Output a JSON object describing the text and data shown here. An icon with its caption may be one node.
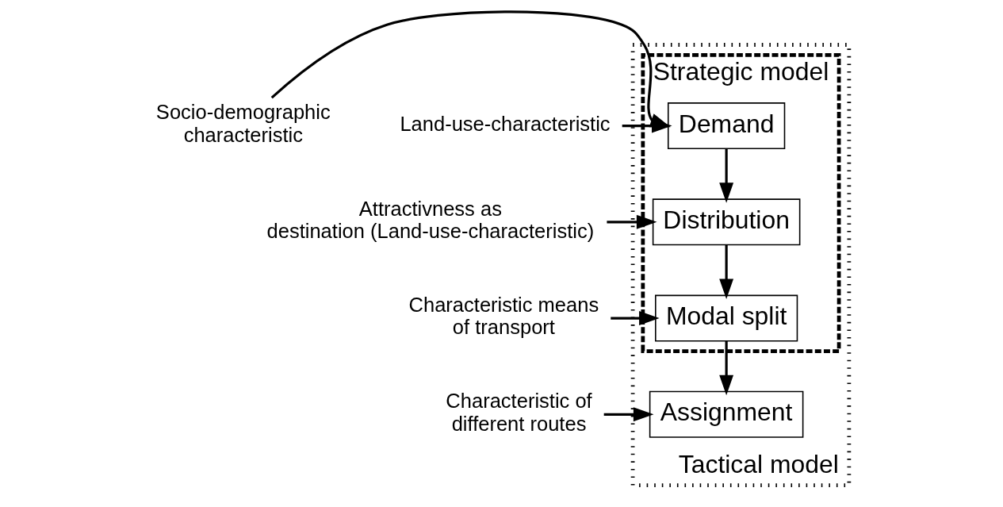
{
  "diagram": {
    "nodes": [
      {
        "text": [
          "Tactical model"
        ]
      },
      {
        "text": [
          "Strategic model"
        ],
        "in": 0
      },
      {
        "text": [
          "Demand"
        ],
        "in": 1
      },
      {
        "text": [
          "Distribution"
        ],
        "in": 1
      },
      {
        "text": [
          "Modal split"
        ],
        "in": 1
      },
      {
        "text": [
          "Assignment"
        ],
        "in": 0
      },
      {
        "text": [
          "Socio-demographic characteristic"
        ]
      },
      {
        "text": [
          "Land-use-characteristic"
        ]
      },
      {
        "text": [
          "Attractivness as destination (Land-use-characteristic)"
        ]
      },
      {
        "text": [
          "Characteristic means of transport"
        ]
      },
      {
        "text": [
          "Characteristic of different routes"
        ]
      }
    ],
    "edges": [
      {
        "from": 6,
        "to": 2,
        "arrow": "to"
      },
      {
        "from": 7,
        "to": 2,
        "arrow": "to"
      },
      {
        "from": 2,
        "to": 3,
        "arrow": "to"
      },
      {
        "from": 8,
        "to": 3,
        "arrow": "to"
      },
      {
        "from": 3,
        "to": 4,
        "arrow": "to"
      },
      {
        "from": 9,
        "to": 4,
        "arrow": "to"
      },
      {
        "from": 4,
        "to": 5,
        "arrow": "to"
      },
      {
        "from": 10,
        "to": 5,
        "arrow": "to"
      }
    ]
  }
}
